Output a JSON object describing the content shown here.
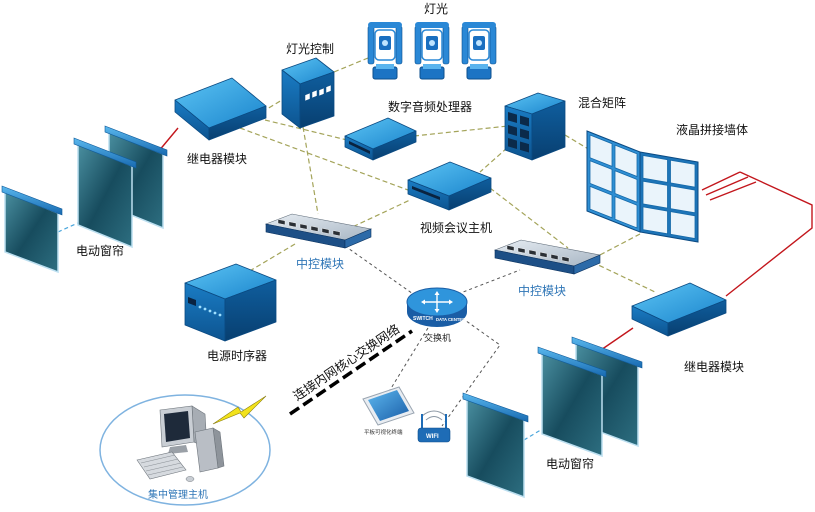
{
  "diagram": {
    "nodes": {
      "lights": {
        "label": "灯光",
        "icon": "moving-head-light-icon"
      },
      "light_control": {
        "label": "灯光控制",
        "icon": "lighting-controller-icon"
      },
      "audio_processor": {
        "label": "数字音频处理器",
        "icon": "audio-processor-icon"
      },
      "hybrid_matrix": {
        "label": "混合矩阵",
        "icon": "matrix-switcher-icon"
      },
      "video_wall": {
        "label": "液晶拼接墙体",
        "icon": "lcd-video-wall-icon"
      },
      "relay_left": {
        "label": "继电器模块",
        "icon": "relay-module-icon"
      },
      "curtain_left": {
        "label": "电动窗帘",
        "icon": "motorized-curtain-icon"
      },
      "video_conference": {
        "label": "视频会议主机",
        "icon": "video-conference-host-icon"
      },
      "control_left": {
        "label": "中控模块",
        "icon": "central-control-hub-icon"
      },
      "control_right": {
        "label": "中控模块",
        "icon": "central-control-hub-icon"
      },
      "power_sequencer": {
        "label": "电源时序器",
        "icon": "power-sequencer-icon"
      },
      "switch": {
        "label": "交换机",
        "badge_left": "SWITCH",
        "badge_right": "DATA CENTER",
        "icon": "network-switch-icon"
      },
      "tablet": {
        "label": "平板可视化终端",
        "icon": "tablet-icon"
      },
      "wifi": {
        "label": "WIFI",
        "icon": "wifi-router-icon"
      },
      "management_host": {
        "label": "集中管理主机",
        "icon": "desktop-computer-icon"
      },
      "relay_right": {
        "label": "继电器模块",
        "icon": "relay-module-icon"
      },
      "curtain_right": {
        "label": "电动窗帘",
        "icon": "motorized-curtain-icon"
      }
    },
    "links": {
      "core_network": {
        "label": "连接内网核心交换网络"
      }
    }
  },
  "colors": {
    "device_blue": "#1f86d0",
    "label_blue": "#2e75b6",
    "control_link": "#a4a45a",
    "network_link": "#555555",
    "power_link": "#c3161c",
    "lightning": "#f2e21b"
  }
}
